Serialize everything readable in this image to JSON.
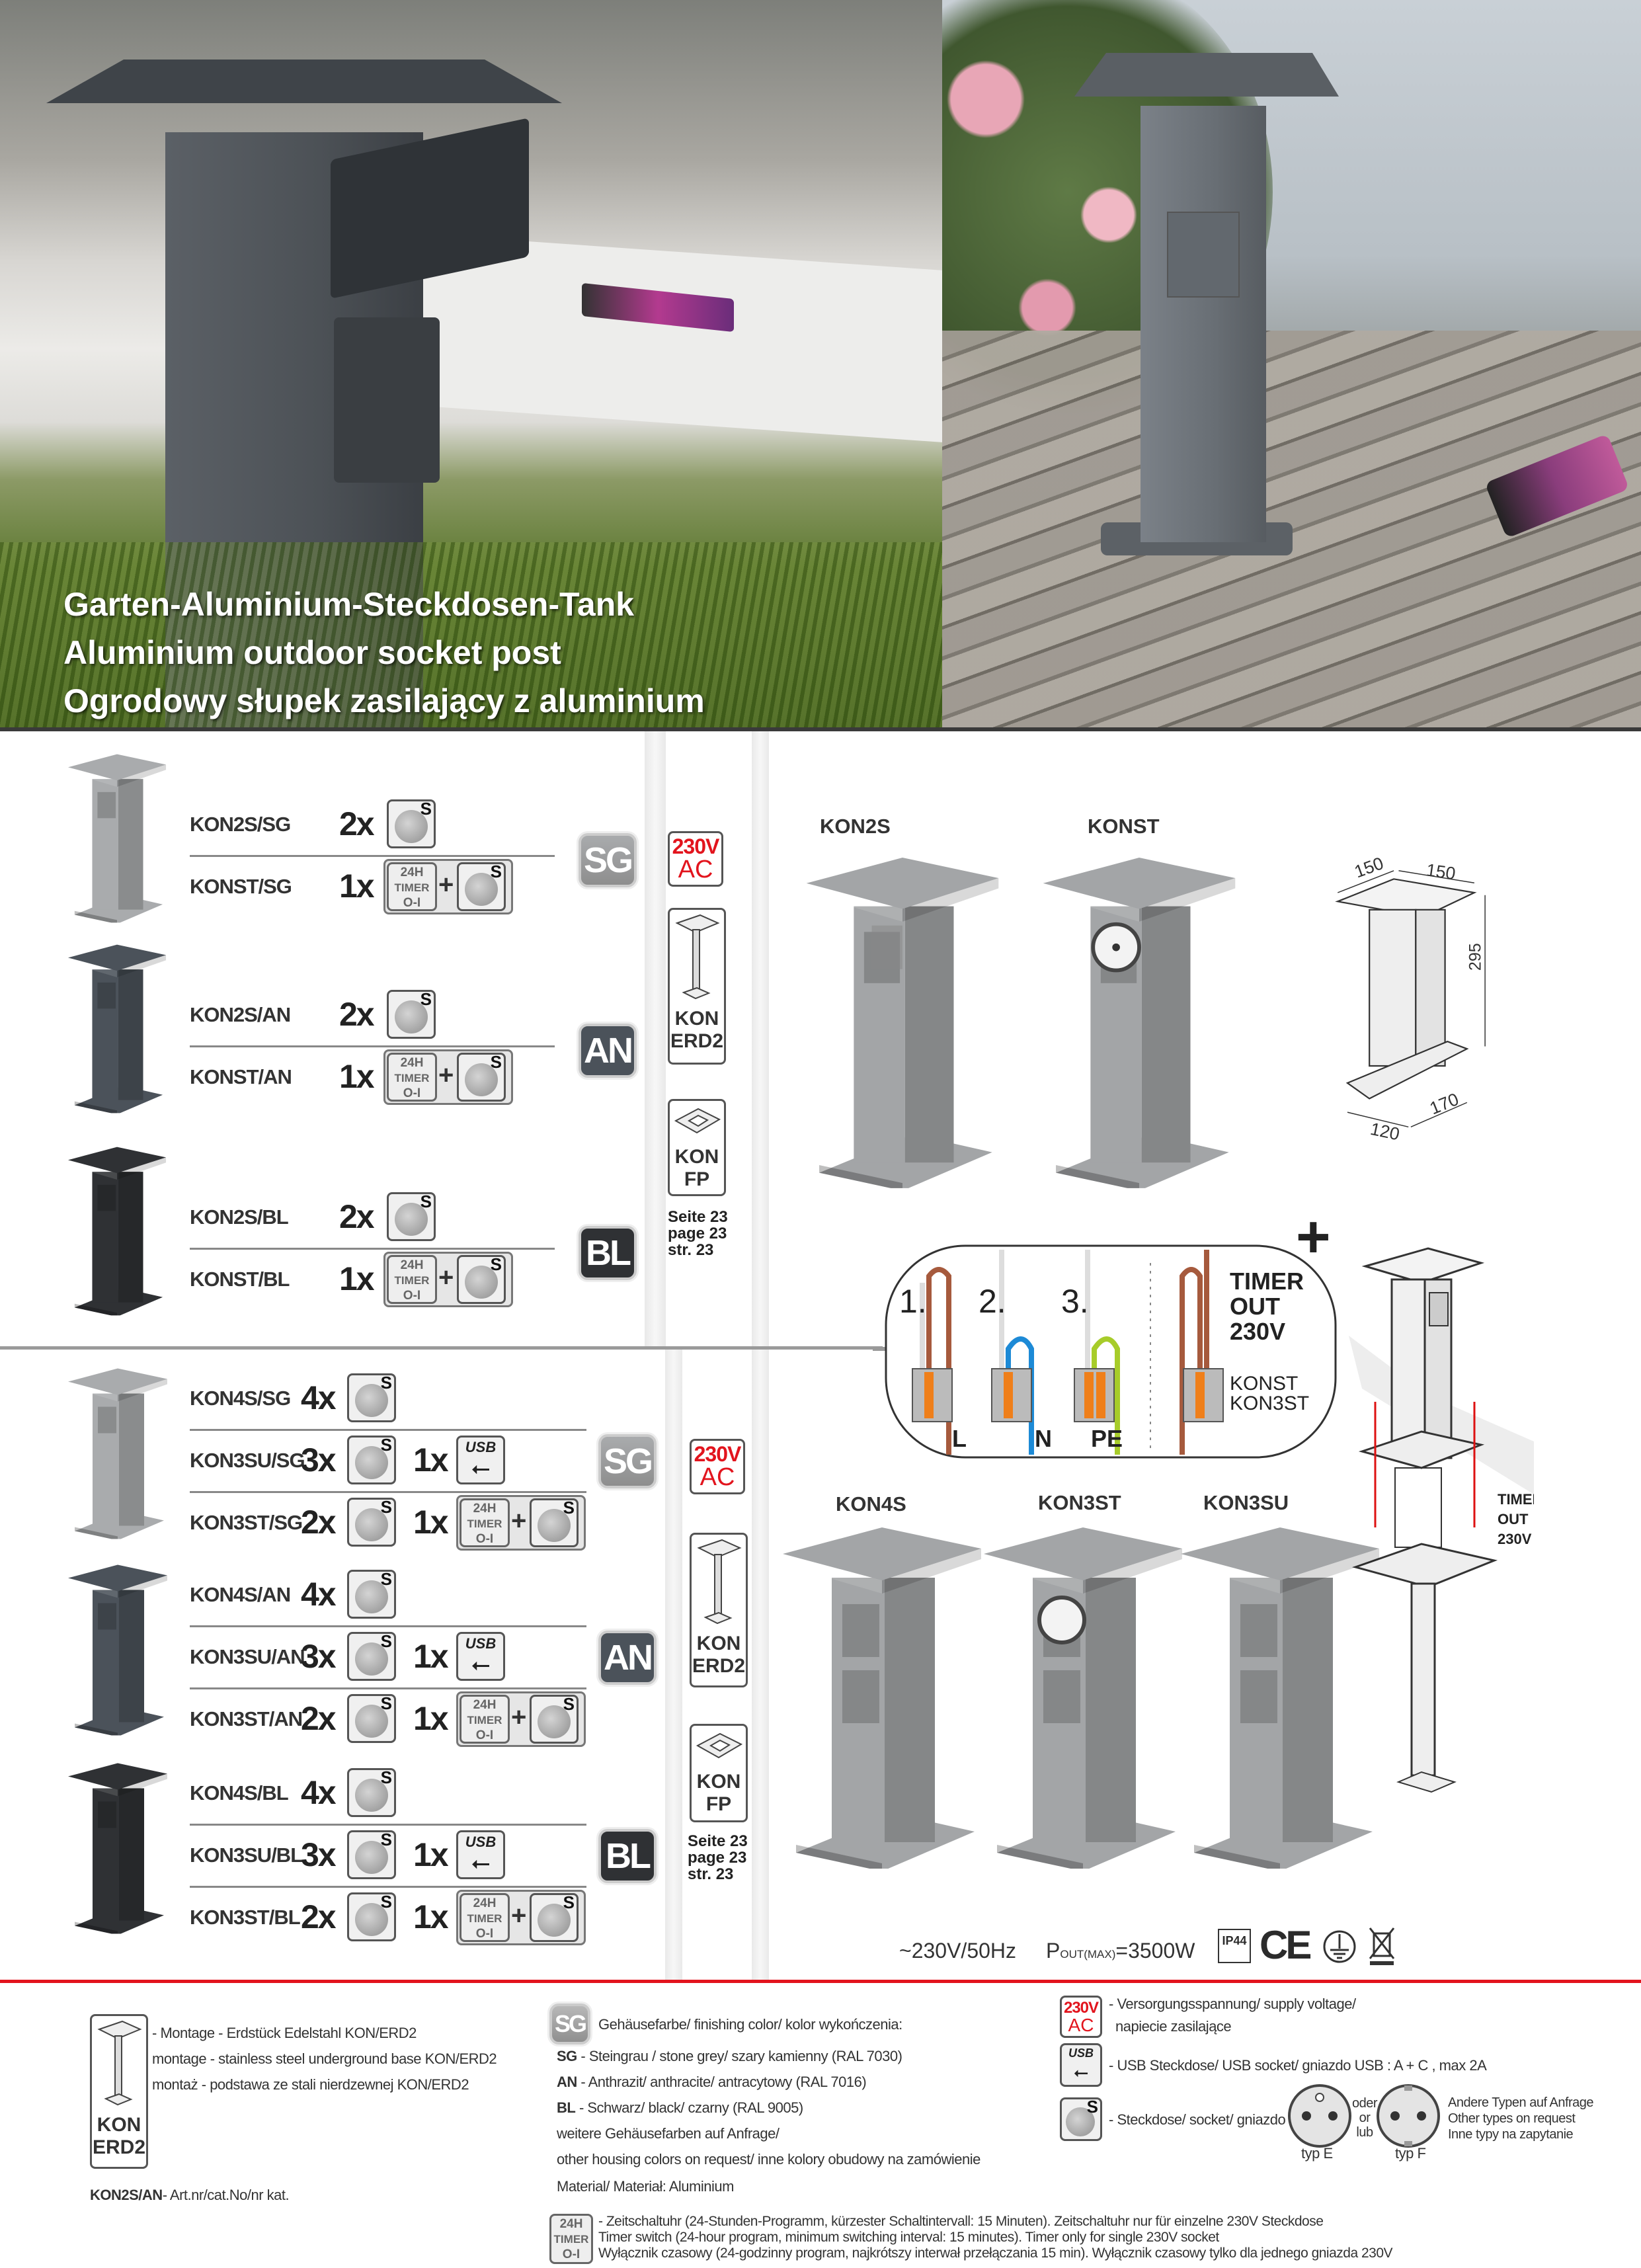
{
  "hero": {
    "title_lines": [
      "Garten-Aluminium-Steckdosen-Tank",
      "Aluminium outdoor socket post",
      "Ogrodowy słupek zasilający z aluminium"
    ]
  },
  "icons": {
    "socket_mark": "S",
    "timer_top": "24H",
    "timer_mid": "TIMER",
    "timer_bot": "O-I",
    "usb": "USB",
    "usb_symbol": "⭠",
    "plus": "+"
  },
  "colors": {
    "SG": "#a9abad",
    "AN": "#4b525a",
    "BL": "#2f3134",
    "accent_red": "#e2141d"
  },
  "upper": {
    "groups": [
      {
        "badge": "SG",
        "rows": [
          {
            "code": "KON2S/SG",
            "qty": "2x",
            "type": "socket"
          },
          {
            "code": "KONST/SG",
            "qty": "1x",
            "type": "timer"
          }
        ]
      },
      {
        "badge": "AN",
        "rows": [
          {
            "code": "KON2S/AN",
            "qty": "2x",
            "type": "socket"
          },
          {
            "code": "KONST/AN",
            "qty": "1x",
            "type": "timer"
          }
        ]
      },
      {
        "badge": "BL",
        "rows": [
          {
            "code": "KON2S/BL",
            "qty": "2x",
            "type": "socket"
          },
          {
            "code": "KONST/BL",
            "qty": "1x",
            "type": "timer"
          }
        ]
      }
    ],
    "voltage": {
      "top": "230V",
      "bottom": "AC"
    },
    "erd": {
      "l1": "KON",
      "l2": "ERD2"
    },
    "fp": {
      "l1": "KON",
      "l2": "FP"
    },
    "page_ref": [
      "Seite 23",
      "page 23",
      "str. 23"
    ]
  },
  "lower": {
    "groups": [
      {
        "badge": "SG",
        "rows": [
          {
            "code": "KON4S/SG",
            "qty": "4x",
            "type": "socket"
          },
          {
            "code": "KON3SU/SG",
            "qty": "3x",
            "type": "socket",
            "qty2": "1x",
            "type2": "usb"
          },
          {
            "code": "KON3ST/SG",
            "qty": "2x",
            "type": "socket",
            "qty2": "1x",
            "type2": "timer"
          }
        ]
      },
      {
        "badge": "AN",
        "rows": [
          {
            "code": "KON4S/AN",
            "qty": "4x",
            "type": "socket"
          },
          {
            "code": "KON3SU/AN",
            "qty": "3x",
            "type": "socket",
            "qty2": "1x",
            "type2": "usb"
          },
          {
            "code": "KON3ST/AN",
            "qty": "2x",
            "type": "socket",
            "qty2": "1x",
            "type2": "timer"
          }
        ]
      },
      {
        "badge": "BL",
        "rows": [
          {
            "code": "KON4S/BL",
            "qty": "4x",
            "type": "socket"
          },
          {
            "code": "KON3SU/BL",
            "qty": "3x",
            "type": "socket",
            "qty2": "1x",
            "type2": "usb"
          },
          {
            "code": "KON3ST/BL",
            "qty": "2x",
            "type": "socket",
            "qty2": "1x",
            "type2": "timer"
          }
        ]
      }
    ],
    "voltage": {
      "top": "230V",
      "bottom": "AC"
    },
    "erd": {
      "l1": "KON",
      "l2": "ERD2"
    },
    "fp": {
      "l1": "KON",
      "l2": "FP"
    },
    "page_ref": [
      "Seite 23",
      "page 23",
      "str. 23"
    ]
  },
  "right": {
    "labels": {
      "kon2s": "KON2S",
      "konst": "KONST",
      "kon4s": "KON4S",
      "kon3st": "KON3ST",
      "kon3su": "KON3SU"
    },
    "dimensions": {
      "top_left": "150",
      "top_right": "150",
      "height": "295",
      "base_left": "120",
      "base_right": "170"
    },
    "plus": "+",
    "wiring": {
      "steps": [
        "1.",
        "2.",
        "3."
      ],
      "wires": [
        "L",
        "N",
        "PE"
      ],
      "timer_out": [
        "TIMER",
        "OUT",
        "230V"
      ],
      "models": [
        "KONST",
        "KON3ST"
      ]
    },
    "exploded_label": [
      "TIMER",
      "OUT",
      "230V"
    ]
  },
  "specs": {
    "voltage": "~230V/50Hz",
    "power_p": "P",
    "power_sub": "OUT(MAX)",
    "power_value": "=3500W",
    "ip": "IP44",
    "ce": "CE"
  },
  "legend": {
    "mount": {
      "icon_l1": "KON",
      "icon_l2": "ERD2",
      "lines": [
        "- Montage - Erdstück Edelstahl KON/ERD2",
        "montage - stainless steel underground base KON/ERD2",
        "montaż - podstawa ze stali nierdzewnej KON/ERD2"
      ]
    },
    "artnr": {
      "code": "KON2S/AN",
      "text": "- Art.nr/cat.No/nr kat."
    },
    "color": {
      "badge": "SG",
      "title": "Gehäusefarbe/ finishing color/ kolor wykończenia:",
      "items": [
        {
          "code": "SG",
          "text": " - Steingrau / stone grey/ szary kamienny (RAL 7030)"
        },
        {
          "code": "AN",
          "text": " - Anthrazit/ anthracite/ antracytowy (RAL 7016)"
        },
        {
          "code": "BL",
          "text": " - Schwarz/ black/ czarny (RAL 9005)"
        }
      ],
      "more": [
        "weitere Gehäusefarben auf Anfrage/",
        "other housing colors on request/ inne kolory obudowy na zamówienie"
      ],
      "material": "Material/ Materiał: Aluminium"
    },
    "timer": [
      "- Zeitschaltuhr (24-Stunden-Programm, kürzester Schaltintervall: 15 Minuten). Zeitschaltuhr nur für einzelne 230V Steckdose",
      "Timer switch (24-hour program, minimum switching interval: 15 minutes). Timer only for single 230V socket",
      "Wyłącznik czasowy (24-godzinny program, najkrótszy interwał przełączania 15 min). Wyłącznik czasowy tylko dla jednego gniazda 230V"
    ],
    "voltage": {
      "icon_top": "230V",
      "icon_bottom": "AC",
      "lines": [
        "- Versorgungsspannung/ supply voltage/",
        "napiecie zasilające"
      ]
    },
    "usb": "- USB Steckdose/ USB socket/ gniazdo USB : A + C , max 2A",
    "socket": {
      "text": "- Steckdose/ socket/ gniazdo",
      "or": [
        "oder",
        "or",
        "lub"
      ],
      "type_e": "typ E",
      "type_f": "typ F",
      "other": [
        "Andere Typen auf Anfrage",
        "Other types on request",
        "Inne typy na zapytanie"
      ]
    }
  }
}
